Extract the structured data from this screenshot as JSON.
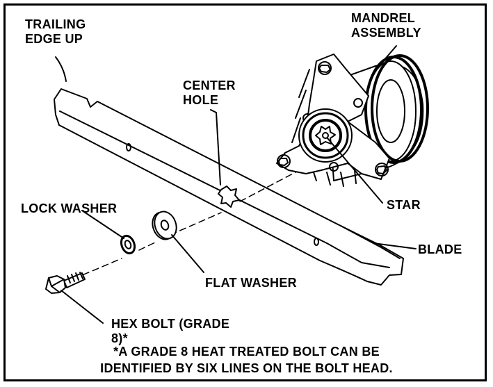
{
  "labels": {
    "trailing_edge_line1": "TRAILING",
    "trailing_edge_line2": "EDGE UP",
    "mandrel_line1": "MANDREL",
    "mandrel_line2": "ASSEMBLY",
    "center_hole_line1": "CENTER",
    "center_hole_line2": "HOLE",
    "lock_washer": "LOCK WASHER",
    "star": "STAR",
    "blade": "BLADE",
    "flat_washer": "FLAT WASHER",
    "hex_bolt_line1": "HEX BOLT (GRADE",
    "hex_bolt_line2": "8)*"
  },
  "footnote": {
    "line1": "*A GRADE 8 HEAT TREATED BOLT CAN BE",
    "line2": "IDENTIFIED BY SIX LINES ON THE BOLT HEAD."
  },
  "colors": {
    "ink": "#000000",
    "background": "#ffffff"
  }
}
